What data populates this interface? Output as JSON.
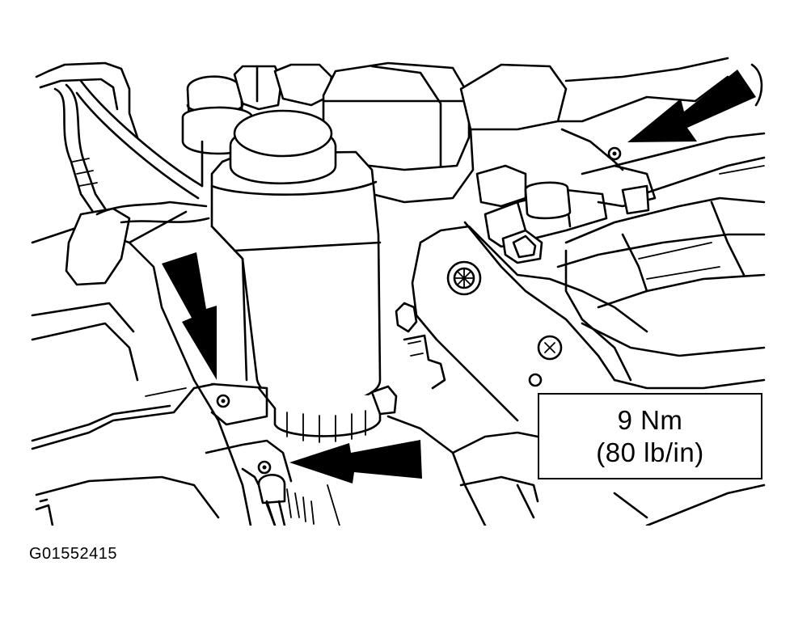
{
  "torque_spec": {
    "metric": "9 Nm",
    "imperial": "(80 lb/in)"
  },
  "figure_id": "G01552415",
  "arrow_color": "#000000",
  "arrows": [
    {
      "name": "arrow-top-right",
      "icon": "arrow-down-left-icon"
    },
    {
      "name": "arrow-left-down",
      "icon": "arrow-down-icon"
    },
    {
      "name": "arrow-bottom-left",
      "icon": "arrow-left-icon"
    }
  ]
}
